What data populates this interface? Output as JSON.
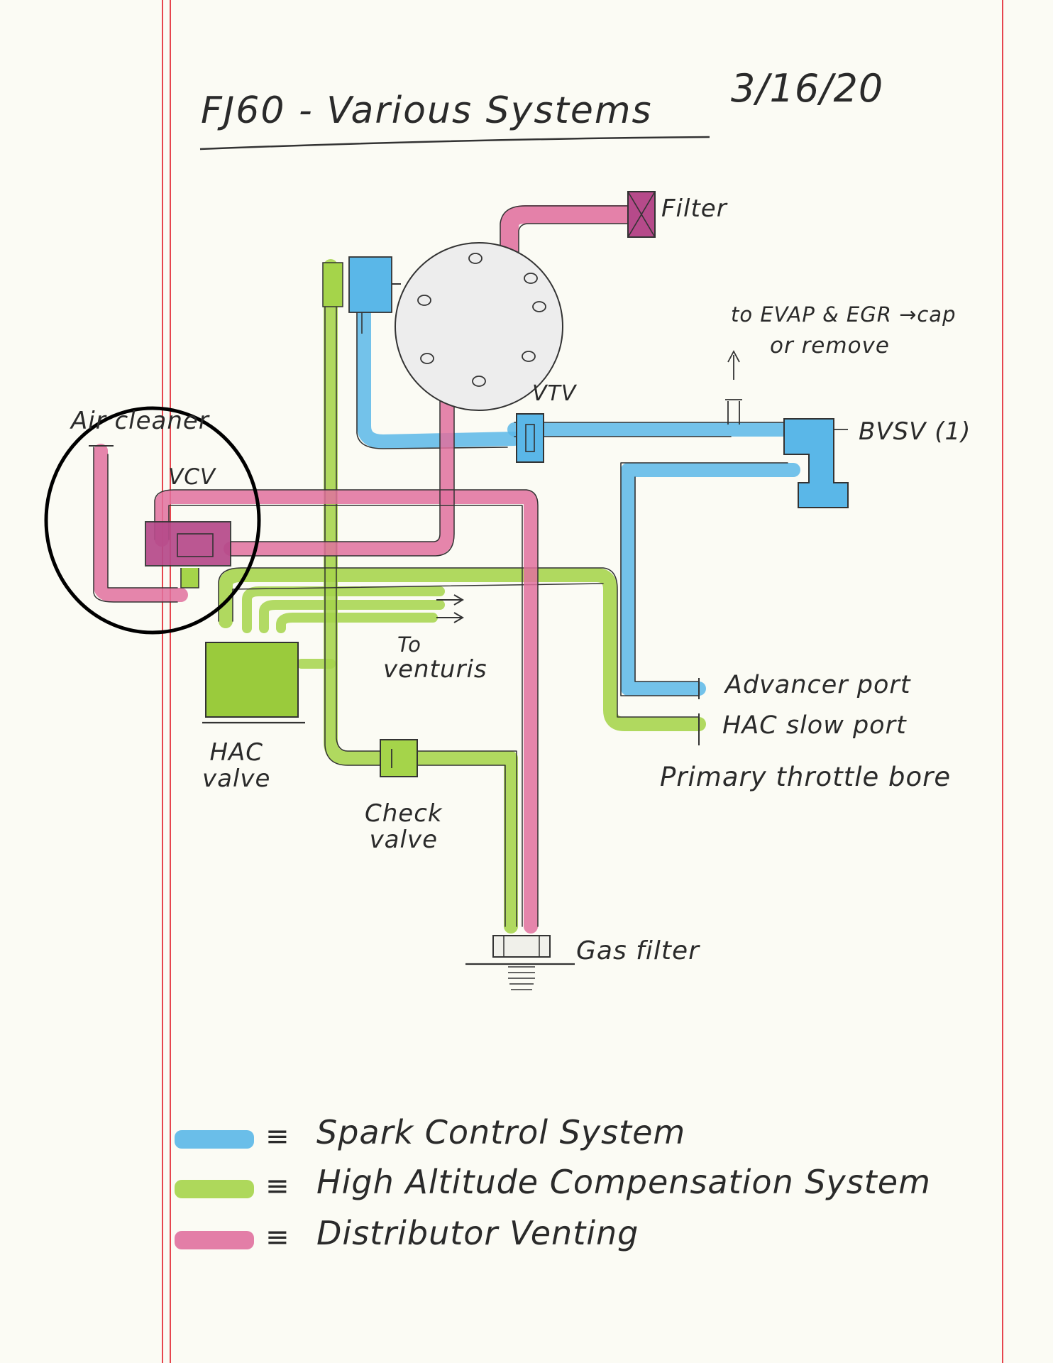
{
  "heading": {
    "title": "FJ60 - Various Systems",
    "date": "3/16/20"
  },
  "labels": {
    "filter": "Filter",
    "evap_egr": "to EVAP & EGR →cap",
    "or_remove": "or remove",
    "vtv": "VTV",
    "bvsv": "BVSV (1)",
    "air_cleaner": "Air cleaner",
    "vcv": "VCV",
    "to": "To",
    "venturis": "venturis",
    "hac_valve": "HAC\nvalve",
    "check_valve": "Check\nvalve",
    "advancer_port": "Advancer port",
    "hac_slow_port": "HAC slow port",
    "primary_throttle_bore": "Primary throttle bore",
    "gas_filter": "Gas filter"
  },
  "legend": [
    {
      "label": "Spark Control System",
      "symbol": "≡",
      "color": "#5ab7e8"
    },
    {
      "label": "High Altitude Compensation System",
      "symbol": "≡",
      "color": "#a5d44a"
    },
    {
      "label": "Distributor Venting",
      "symbol": "≡",
      "color": "#e0709e"
    }
  ],
  "colors": {
    "spark_control": "#5ab7e8",
    "high_altitude": "#a5d44a",
    "distributor_venting": "#e0709e",
    "ink": "#2a2a2a",
    "margin_line": "#e6454e",
    "highlight_circle": "#000000"
  }
}
